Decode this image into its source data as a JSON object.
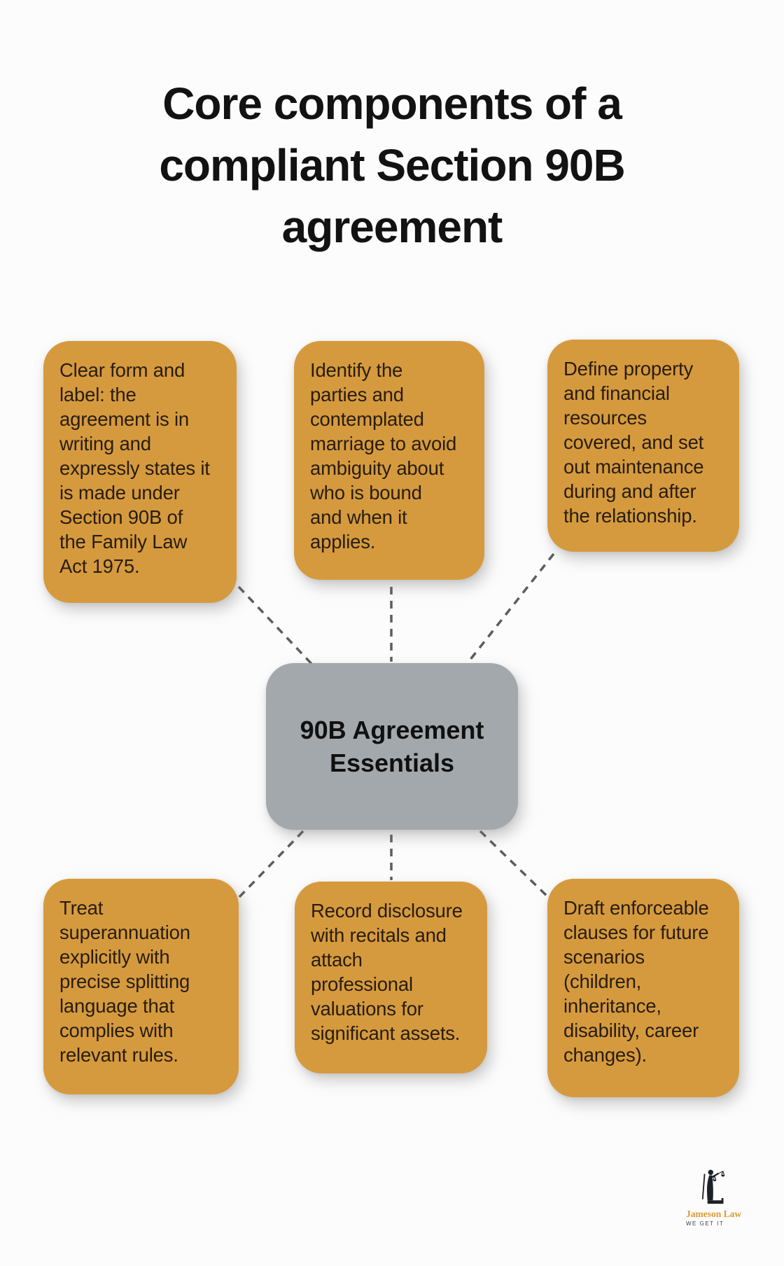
{
  "title": {
    "text": "Core components of a\ncompliant Section 90B\nagreement"
  },
  "center_node": {
    "label": "90B Agreement\nEssentials"
  },
  "nodes": [
    {
      "position": "top-left",
      "text": "Clear form and\nlabel: the\nagreement is in\nwriting and\nexpressly states it\nis made under\nSection 90B of\nthe Family Law\nAct 1975."
    },
    {
      "position": "top-center",
      "text": "Identify the\nparties and\ncontemplated\nmarriage to avoid\nambiguity about\nwho is bound\nand when it\napplies."
    },
    {
      "position": "top-right",
      "text": "Define property\nand financial\nresources\ncovered, and set\nout maintenance\nduring and after\nthe relationship."
    },
    {
      "position": "bottom-left",
      "text": "Treat\nsuperannuation\nexplicitly with\nprecise splitting\nlanguage that\ncomplies with\nrelevant rules."
    },
    {
      "position": "bottom-center",
      "text": "Record disclosure\nwith recitals and\nattach\nprofessional\nvaluations for\nsignificant assets."
    },
    {
      "position": "bottom-right",
      "text": "Draft enforceable\nclauses for future\nscenarios\n(children,\ninheritance,\ndisability, career\nchanges)."
    }
  ],
  "logo": {
    "name": "Jameson Law",
    "tagline": "WE GET IT",
    "mark": "scales-of-justice"
  },
  "colors": {
    "background": "#fcfcfc",
    "title_text": "#121212",
    "node_bg": "#d69a3e",
    "node_text": "#271d10",
    "center_bg": "#a3a8ac",
    "center_text": "#101010",
    "connector": "#5d5d5d",
    "logo_name": "#dd9a33",
    "logo_tagline": "#3a4049",
    "logo_mark": "#1c2027"
  }
}
